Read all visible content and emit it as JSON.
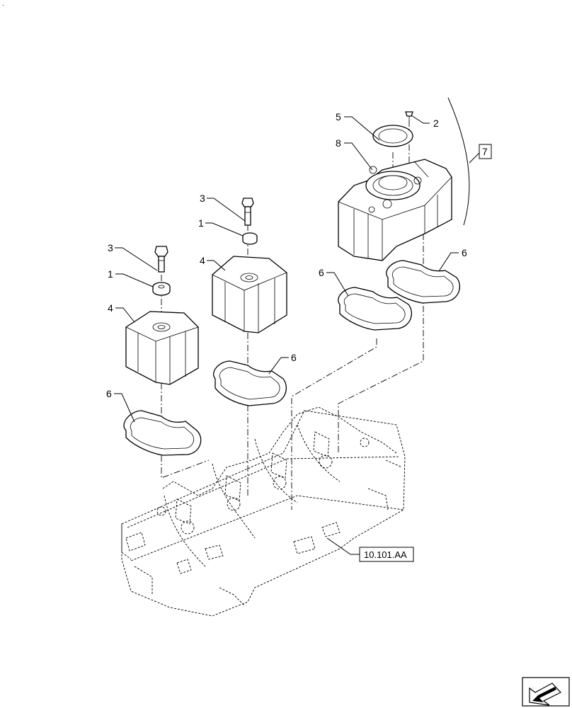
{
  "corner_mark": ".",
  "callouts": {
    "c1a": "1",
    "c1b": "1",
    "c2": "2",
    "c3a": "3",
    "c3b": "3",
    "c4a": "4",
    "c4b": "4",
    "c5": "5",
    "c6a": "6",
    "c6b": "6",
    "c6c": "6",
    "c6d": "6",
    "c7": "7",
    "c8": "8"
  },
  "reference_label": "10.101.AA",
  "nav_icon": "arrow-icon"
}
